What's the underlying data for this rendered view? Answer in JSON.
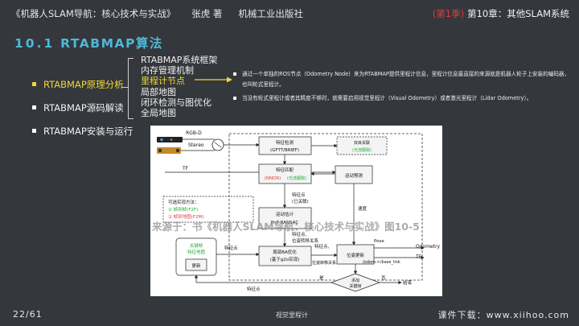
{
  "header": {
    "book_title": "《机器人SLAM导航：核心技术与实战》",
    "author": "张虎 著",
    "publisher": "机械工业出版社",
    "episode": "(第1季)",
    "chapter": "第10章：其他SLAM系统"
  },
  "title": {
    "number": "10.1",
    "text": "RTABMAP算法"
  },
  "menu": {
    "items": [
      {
        "label": "RTABMAP原理分析",
        "active": true
      },
      {
        "label": "RTABMAP源码解读",
        "active": false
      },
      {
        "label": "RTABMAP安装与运行",
        "active": false
      }
    ]
  },
  "submenu": {
    "items": [
      {
        "label": "RTABMAP系统框架",
        "highlight": false
      },
      {
        "label": "内存管理机制",
        "highlight": false
      },
      {
        "label": "里程计节点",
        "highlight": true
      },
      {
        "label": "局部地图",
        "highlight": false
      },
      {
        "label": "闭环检测与图优化",
        "highlight": false
      },
      {
        "label": "全局地图",
        "highlight": false
      }
    ]
  },
  "notes": [
    {
      "text": "通过一个单独的ROS节点（Odometry Node）来为RTABMAP提供里程计信息，里程计信息最直接的来源就是机器人轮子上安装的编码器，也叫轮式里程计。"
    },
    {
      "text": "当没有轮式里程计或者其精度不够时，就需要启用视觉里程计（Visual Odometry）或者激光里程计（Lidar Odometry）。"
    }
  ],
  "figure": {
    "rgbd_label": "RGB-D",
    "stereo_label": "Stereo",
    "tf_label": "TF",
    "feature_detect": "特征检测",
    "feature_detect_sub": "(GFTT/BRIEF)",
    "stereo_corr": "双目关联",
    "stereo_corr_sub": "(光流跟踪)",
    "feature_match": "特征匹配",
    "nndr": "(NNDR)",
    "flow_track": "(光流跟踪)",
    "motion_pred": "运动预测",
    "feature_pts": "特征点",
    "feature_pts_sub": "(已关联)",
    "optional": "可选实现方法：",
    "opt1": "①  帧到帧(F2F)",
    "opt2": "②  帧到地图(F2M)",
    "motion_est": "运动估计",
    "pnp": "PnP RANSAC",
    "motion_est_out": "特征点、",
    "motion_est_out2": "位姿转移关系",
    "keyframe": "关键帧",
    "feature_map": "特征地图",
    "update": "更新",
    "local_ba": "局部BA优化",
    "local_ba_sub": "(基于g2o实现)",
    "ba_in": "特征点",
    "ba_out": "特征点、",
    "ba_out2": "位姿转移关系",
    "pose_update": "位姿更新",
    "speed": "速度",
    "pose": "Pose",
    "odometry": "Odometry",
    "tf_out": "TF",
    "odom_link": "/odom->/base_link",
    "add_kf": "添加",
    "add_kf2": "关键帧",
    "yes": "是",
    "no": "否",
    "end": "结束",
    "bottom_pts": "特征点"
  },
  "watermark": "来源于：书《机器人SLAM导航：核心技术与实战》图10-5",
  "footer": {
    "page": "22/61",
    "center": "视觉里程计",
    "right": "课件下载：www.xiihoo.com"
  },
  "colors": {
    "accent_title": "#4fb8d6",
    "highlight": "#f1d63a",
    "red": "#e23c3c",
    "green": "#1fae3a"
  }
}
